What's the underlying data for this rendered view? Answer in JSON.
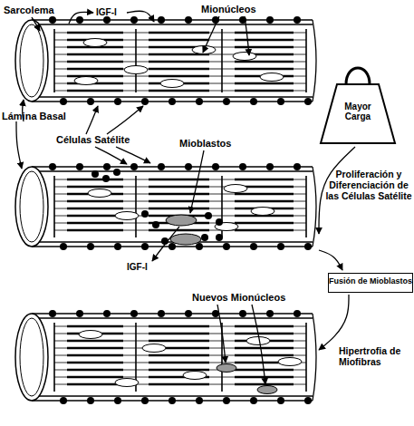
{
  "diagram": {
    "nodes": [
      {
        "text": [
          "Mayor Carga"
        ]
      },
      {
        "text": [
          "Fusión de Mioblastos"
        ]
      }
    ],
    "labels": [
      "Sarcolema",
      "IGF-I",
      "Mionúcleos",
      "Lámina Basal",
      "Células Satélite",
      "Mioblastos",
      "Proliferación y Diferenciación de las Células Satélite",
      "IGF-I",
      "Nuevos Mionúcleos",
      "Hipertrofia de Miofibras"
    ]
  }
}
